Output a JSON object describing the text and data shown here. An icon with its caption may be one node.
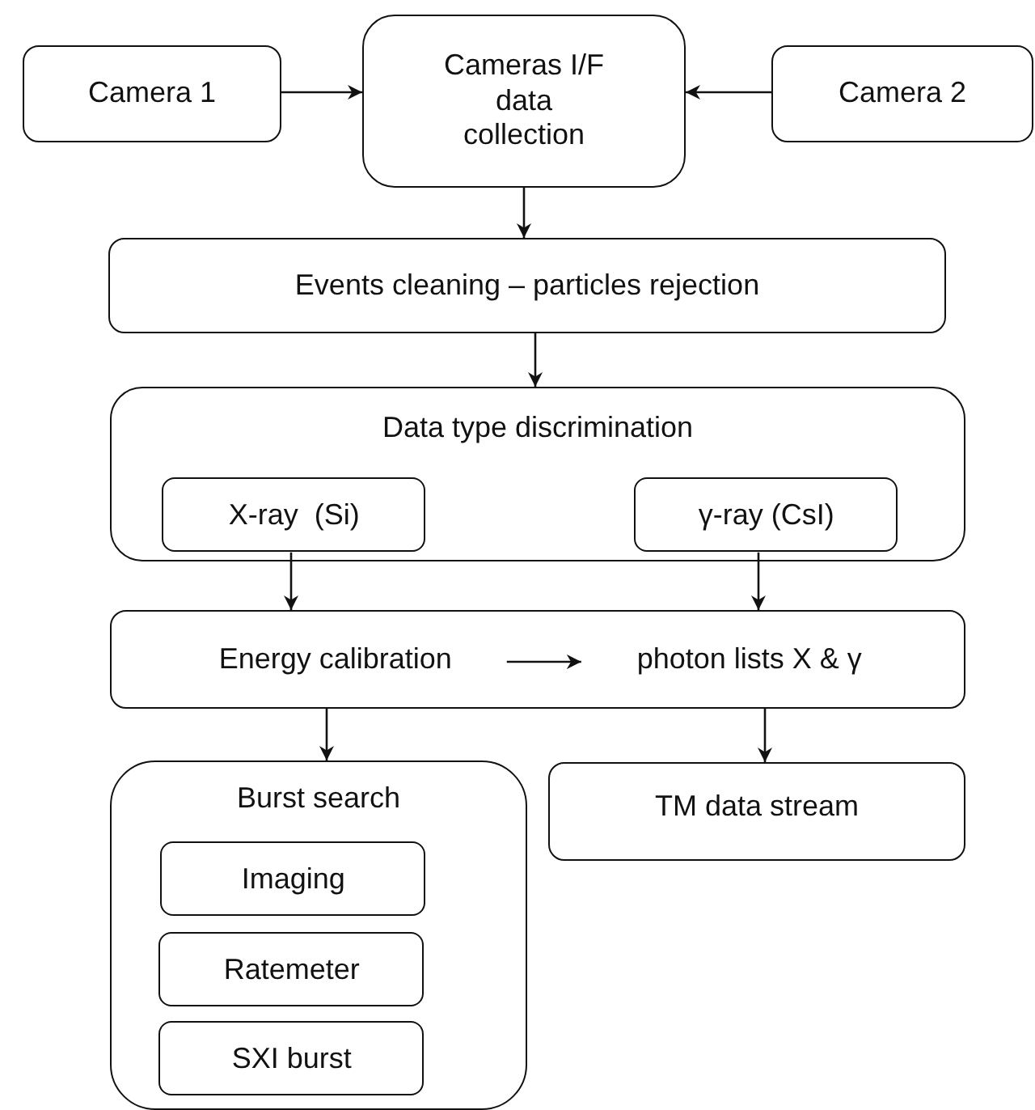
{
  "diagram": {
    "nodes": [
      {
        "text": [
          "Camera 1"
        ]
      },
      {
        "text": [
          "Cameras I/F data collection"
        ]
      },
      {
        "text": [
          "Camera 2"
        ]
      },
      {
        "text": [
          "Events cleaning – particles rejection"
        ]
      },
      {
        "text": [
          "Data type discrimination"
        ]
      },
      {
        "text": [
          "X-ray  (Si)"
        ],
        "in": 4
      },
      {
        "text": [
          "γ-ray (CsI)"
        ],
        "in": 4
      },
      {
        "text": [],
        "shape": "box"
      },
      {
        "text": [
          "Energy calibration"
        ],
        "in": 7
      },
      {
        "text": [
          "photon lists X & γ"
        ],
        "in": 7
      },
      {
        "text": [
          "Burst search"
        ]
      },
      {
        "text": [
          "Imaging"
        ],
        "in": 10
      },
      {
        "text": [
          "Ratemeter"
        ],
        "in": 10
      },
      {
        "text": [
          "SXI burst"
        ],
        "in": 10
      },
      {
        "text": [
          "TM data stream"
        ]
      }
    ],
    "edges": [
      {
        "from": 0,
        "to": 1,
        "arrow": "to"
      },
      {
        "from": 2,
        "to": 1,
        "arrow": "to"
      },
      {
        "from": 1,
        "to": 3,
        "arrow": "to"
      },
      {
        "from": 3,
        "to": 4,
        "arrow": "to"
      },
      {
        "from": 5,
        "to": 7,
        "arrow": "to"
      },
      {
        "from": 6,
        "to": 7,
        "arrow": "to"
      },
      {
        "from": 8,
        "to": 9,
        "arrow": "to"
      },
      {
        "from": 7,
        "to": 10,
        "arrow": "to"
      },
      {
        "from": 7,
        "to": 14,
        "arrow": "to"
      }
    ]
  }
}
